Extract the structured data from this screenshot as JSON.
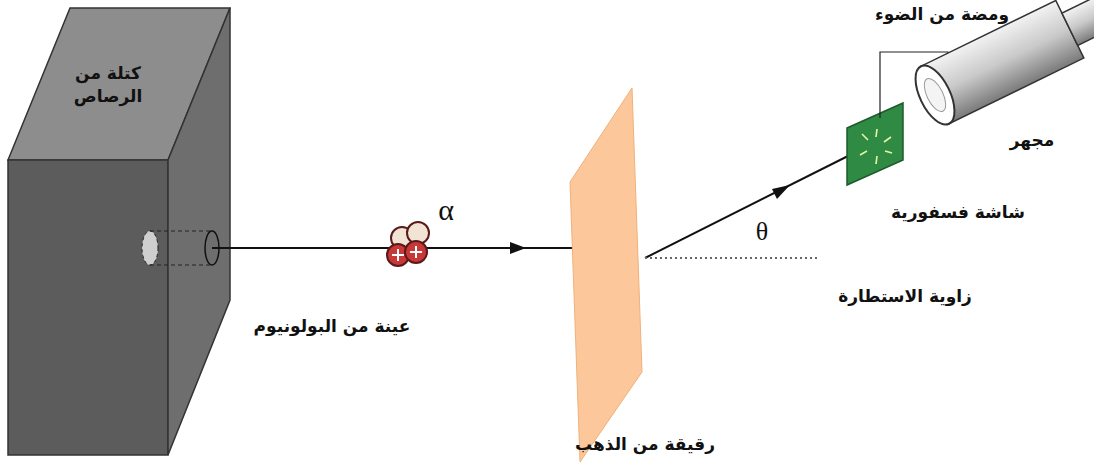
{
  "diagram": {
    "nodes": [
      {
        "text": [
          "كتلة من الرصاص"
        ]
      }
    ],
    "labels": [
      "α",
      "عينة من البولونيوم",
      "رقيقة من الذهب",
      "θ",
      "زاوية الاستطارة",
      "ومضة من الضوء",
      "مجهر",
      "شاشة فسفورية"
    ]
  }
}
